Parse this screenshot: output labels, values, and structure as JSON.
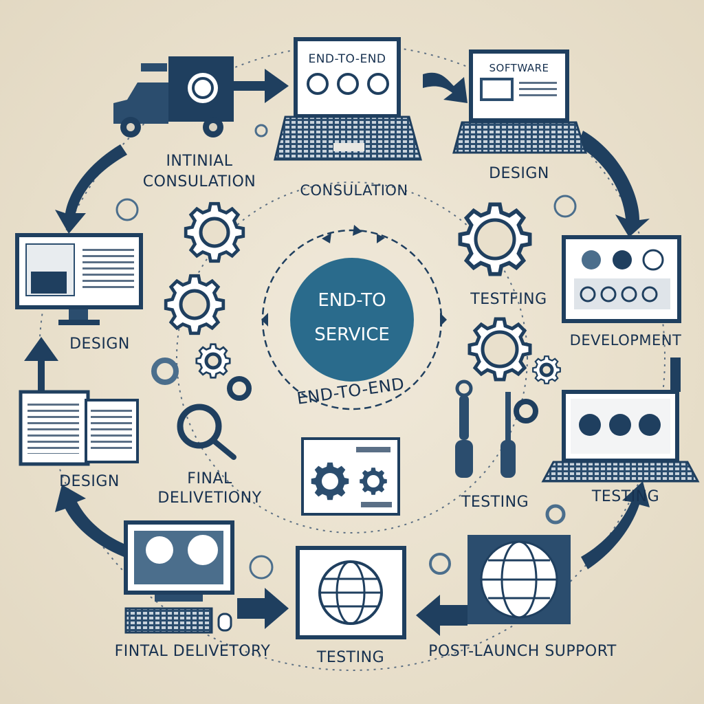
{
  "center": {
    "line1": "END-TO",
    "line2": "SERVICE",
    "ring_label": "END-TO-END"
  },
  "screens": {
    "top_laptop_text": "END-TO-END",
    "top_right_text": "SOFTWARE"
  },
  "labels": {
    "initial_consultation_1": "INTINIAL",
    "initial_consultation_2": "CONSULATION",
    "consultation": "CONSULATION",
    "design_top_right": "DESIGN",
    "design_left": "DESIGN",
    "testing_right": "TESTFING",
    "development": "DEVELOPMENT",
    "design_lower_left": "DESIGN",
    "final_delivery_center_1": "FINAL",
    "final_delivery_center_2": "DELIVETIONY",
    "testing_center_right": "TESTING",
    "testing_far_right": "TESTING",
    "final_delivery_bottom": "FINTAL DELIVETORY",
    "testing_bottom": "TESTING",
    "post_launch": "POST-LAUNCH SUPPORT"
  },
  "colors": {
    "navy": "#16304f",
    "teal": "#2a6b8c",
    "steel": "#4b6e8c",
    "background": "#e9e0cc"
  }
}
